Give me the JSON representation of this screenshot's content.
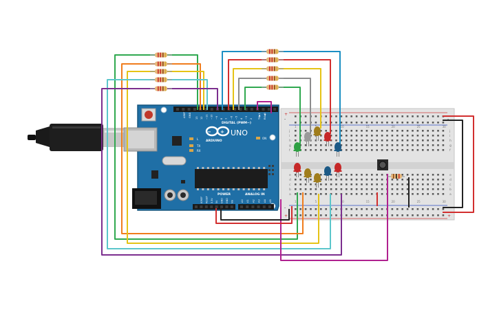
{
  "board": {
    "brand": "ARDUINO",
    "model": "UNO",
    "digital_label": "DIGITAL (PWM~)",
    "power_label": "POWER",
    "analog_label": "ANALOG IN",
    "aref_label": "AREF",
    "gnd_label": "GND",
    "on_label": "ON",
    "led_l": "L",
    "led_tx": "TX",
    "led_rx": "RX",
    "tx_pin": "TX▶1",
    "rx_pin": "RX◀0",
    "digital_pins": [
      "13",
      "12",
      "~11",
      "~10",
      "~9",
      "8",
      "7",
      "~6",
      "~5",
      "4",
      "~3",
      "2"
    ],
    "power_pins": [
      "IOREF",
      "RESET",
      "3.3V",
      "5V",
      "GND",
      "GND",
      "Vin"
    ],
    "analog_pins": [
      "A0",
      "A1",
      "A2",
      "A3",
      "A4",
      "A5"
    ]
  },
  "breadboard": {
    "rail_plus": "+",
    "rail_minus": "-",
    "row_letters_top": [
      "j",
      "i",
      "h",
      "g",
      "f"
    ],
    "row_letters_bottom": [
      "e",
      "d",
      "c",
      "b",
      "a"
    ],
    "col_numbers": [
      "1",
      "",
      "",
      "",
      "5",
      "",
      "",
      "",
      "",
      "10",
      "",
      "",
      "",
      "",
      "15",
      "",
      "",
      "",
      "",
      "20",
      "",
      "",
      "",
      "",
      "25",
      "",
      "",
      "",
      "",
      "30"
    ]
  },
  "components": {
    "leds_top": [
      "#2ea043",
      "#9a9a9a",
      "#a07d1c",
      "#c62828",
      "#1c5a86"
    ],
    "leds_bottom": [
      "#c62828",
      "#a07d1c",
      "#a07d1c",
      "#1c5a86",
      "#c62828"
    ],
    "wire_colors": [
      "#2fa84f",
      "#f07c1c",
      "#e5c315",
      "#5bc6cb",
      "#7b2e8e",
      "#1b8fc3",
      "#d22e2e",
      "#8c8c8c",
      "#b0208f",
      "#222222"
    ]
  }
}
